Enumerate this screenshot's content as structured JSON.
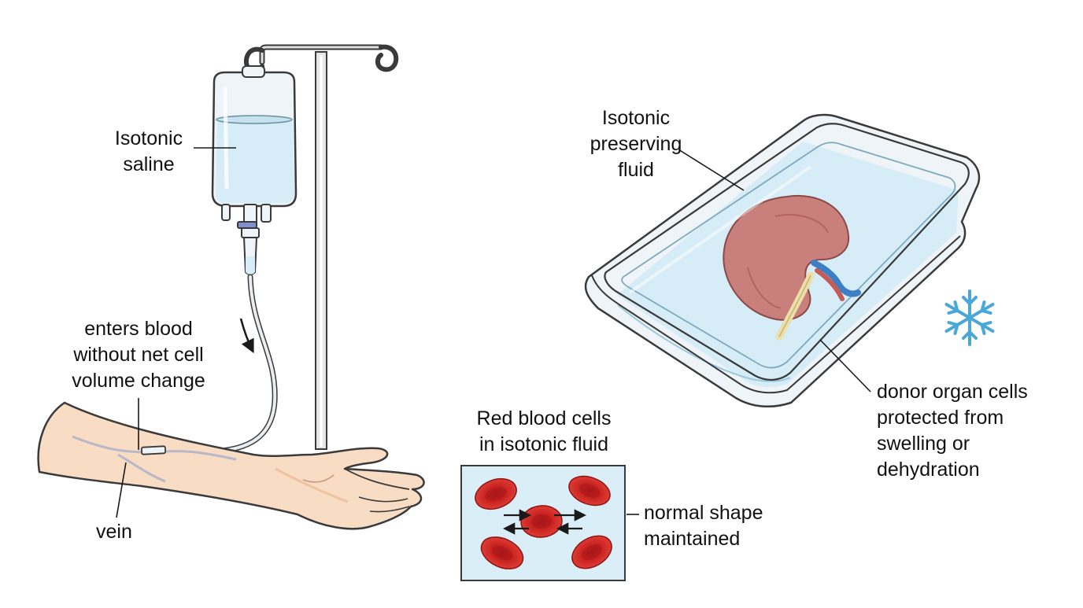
{
  "colors": {
    "outline": "#3a3a3a",
    "fluid": "#d6ecf6",
    "skin": "#f8dcc3",
    "skin_shadow": "#eec3a1",
    "kidney": "#c9807c",
    "rbc": "#d9302c",
    "snowflake": "#4aa7d6"
  },
  "icons": [
    "iv-bag",
    "iv-pole",
    "arm-hand",
    "tray",
    "kidney",
    "snowflake-icon",
    "red-blood-cell"
  ],
  "labels": {
    "iv_bag": {
      "line1": "Isotonic",
      "line2": "saline"
    },
    "blood": {
      "line1": "enters blood",
      "line2": "without net cell",
      "line3": "volume change"
    },
    "vein": "vein",
    "tray": {
      "line1": "Isotonic",
      "line2": "preserving",
      "line3": "fluid"
    },
    "organ": {
      "line1": "donor organ cells",
      "line2": "protected from",
      "line3": "swelling or",
      "line4": "dehydration"
    },
    "rbc_title": {
      "line1": "Red blood cells",
      "line2": "in isotonic fluid"
    },
    "rbc_shape": {
      "line1": "normal shape",
      "line2": "maintained"
    }
  }
}
